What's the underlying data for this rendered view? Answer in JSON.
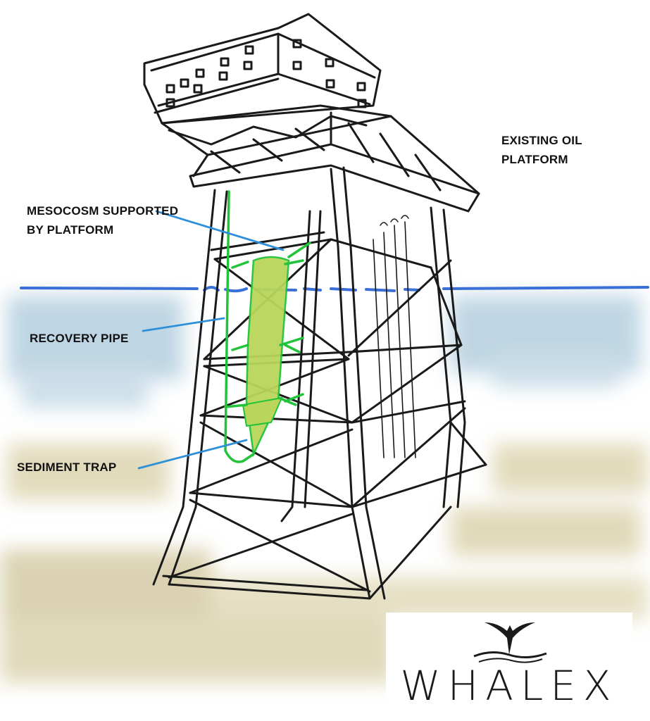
{
  "labels": {
    "existing_oil_platform": "EXISTING OIL\nPLATFORM",
    "mesocosm": "MESOCOSM SUPPORTED\nBY PLATFORM",
    "recovery_pipe": "RECOVERY PIPE",
    "sediment_trap": "SEDIMENT TRAP"
  },
  "logo": {
    "text": "WHALEX",
    "icon": "whale-tail-icon"
  },
  "colors": {
    "water_line": "#3a6fd8",
    "water_tint": "#a9c8da",
    "sediment_tint": "#cfc49a",
    "leader_line": "#2e8fd8",
    "mesocosm_fill": "#b9d65a",
    "green_outline": "#22c33a",
    "sketch_ink": "#1a1a1a"
  }
}
